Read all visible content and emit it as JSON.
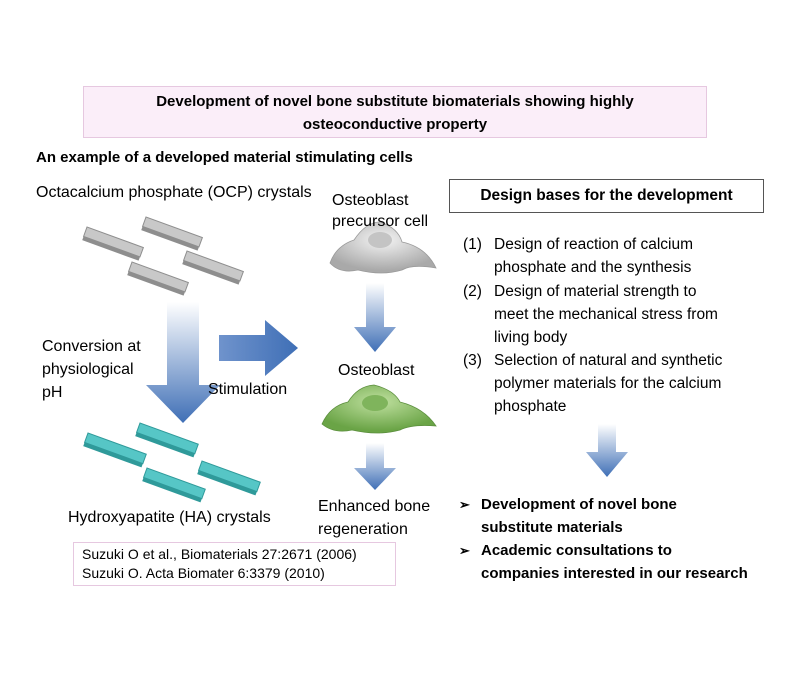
{
  "title": {
    "line1": "Development of novel bone substitute biomaterials showing highly",
    "line2": "osteoconductive property"
  },
  "subtitle": "An example of a developed material stimulating cells",
  "left": {
    "ocp_label": "Octacalcium phosphate (OCP) crystals",
    "conversion_label": [
      "Conversion at",
      "physiological",
      "pH"
    ],
    "stimulation_label": "Stimulation",
    "ha_label": "Hydroxyapatite (HA) crystals"
  },
  "cells": {
    "precursor_label": [
      "Osteoblast",
      "precursor cell"
    ],
    "osteoblast_label": "Osteoblast",
    "enhanced_label": [
      "Enhanced bone",
      "regeneration"
    ]
  },
  "design": {
    "header": "Design bases for the development",
    "items": [
      {
        "num": "(1)",
        "lines": [
          "Design of reaction of calcium",
          "phosphate and the synthesis"
        ]
      },
      {
        "num": "(2)",
        "lines": [
          "Design of material strength to",
          "meet the mechanical stress from",
          "living body"
        ]
      },
      {
        "num": "(3)",
        "lines": [
          "Selection of natural and synthetic",
          "polymer materials for the calcium",
          "phosphate"
        ]
      }
    ]
  },
  "outcomes": [
    {
      "lines": [
        "Development of novel bone",
        "substitute materials"
      ]
    },
    {
      "lines": [
        "Academic consultations to",
        "companies interested in our research"
      ]
    }
  ],
  "references": [
    "Suzuki O et al., Biomaterials 27:2671 (2006)",
    "Suzuki O. Acta Biomater 6:3379 (2010)"
  ],
  "colors": {
    "title_bg": "#fbeef9",
    "ocp_crystal": "#b4b4b4",
    "ha_crystal": "#4cc0c0",
    "arrow_blue": "#3f6fb6",
    "precursor_cell": "#d6d6d6",
    "osteoblast_cell": "#8cbf66"
  }
}
